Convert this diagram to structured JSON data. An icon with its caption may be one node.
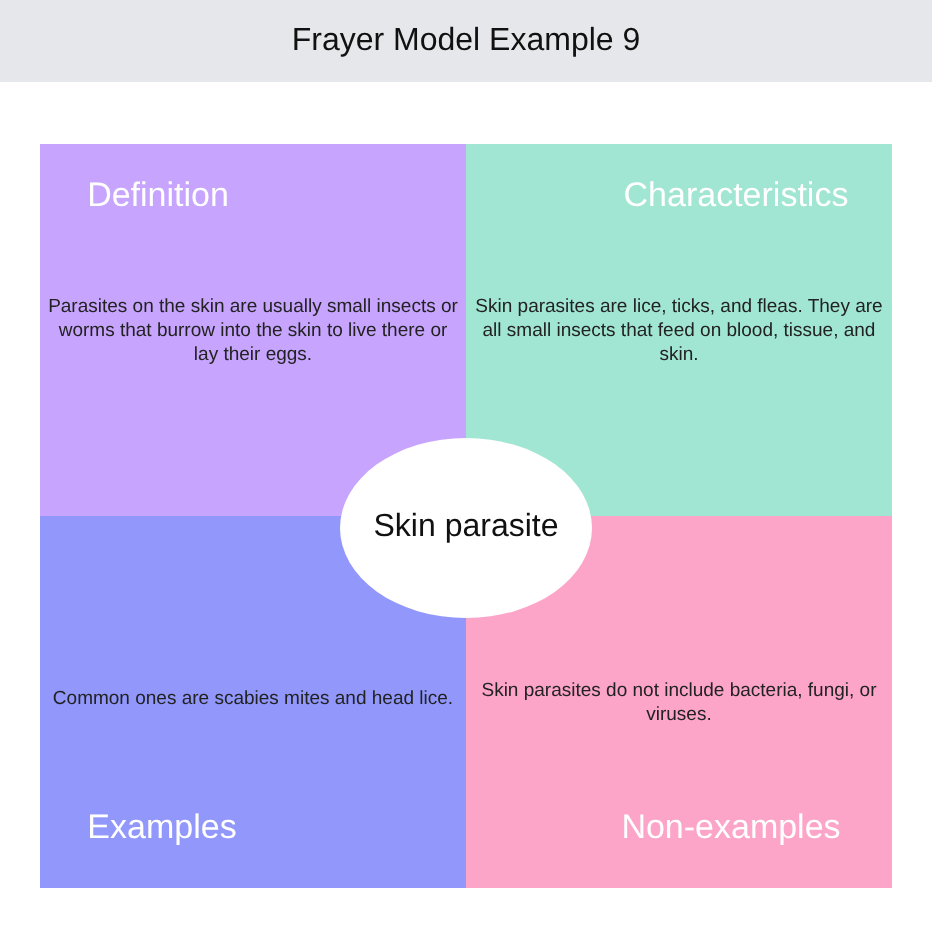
{
  "diagram": {
    "title": "Frayer Model Example 9",
    "nodes": [
      {
        "text": [
          "Definition",
          "Parasites on the skin are usually small insects or worms that burrow into the skin to live there or lay their eggs."
        ]
      },
      {
        "text": [
          "Characteristics",
          "Skin parasites are lice, ticks, and fleas. They are all small insects that feed on blood, tissue, and skin."
        ]
      },
      {
        "text": [
          "Skin parasite"
        ]
      },
      {
        "text": [
          "Common ones are scabies mites and head lice.",
          "Examples"
        ]
      },
      {
        "text": [
          "Skin parasites do not include bacteria, fungi, or viruses.",
          "Non-examples"
        ]
      }
    ],
    "edges": []
  }
}
